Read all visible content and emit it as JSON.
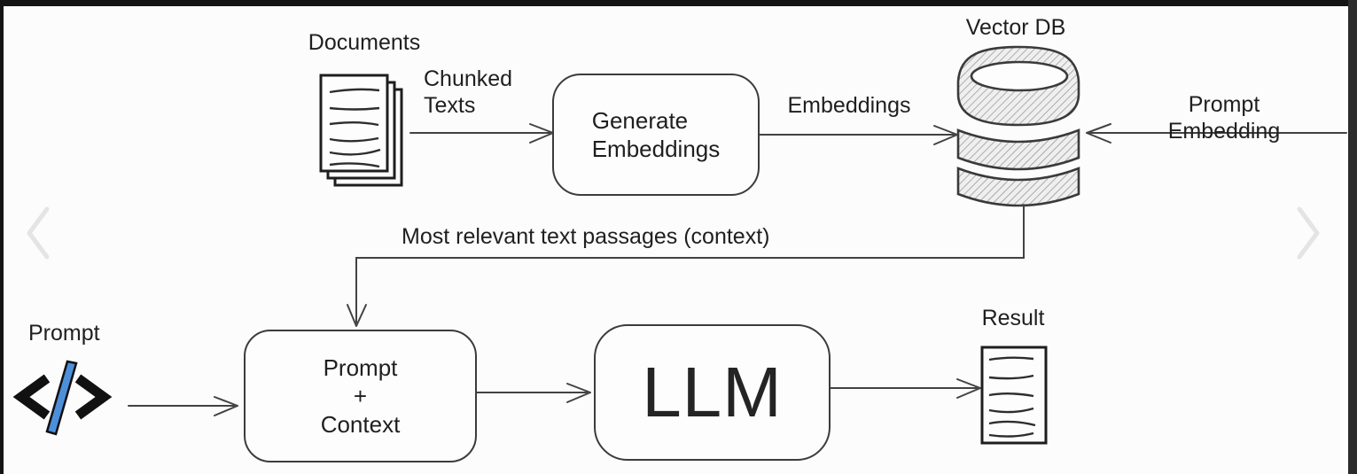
{
  "carousel": {
    "prev_icon": "chevron-left",
    "next_icon": "chevron-right"
  },
  "nodes": {
    "documents": {
      "label": "Documents",
      "icon": "stacked-documents"
    },
    "generate_embeddings": {
      "label": "Generate\nEmbeddings"
    },
    "vector_db": {
      "label": "Vector DB",
      "icon": "database-cylinder"
    },
    "prompt_input": {
      "label": "Prompt",
      "icon": "code-slash"
    },
    "prompt_context": {
      "label": "Prompt\n+\nContext"
    },
    "llm": {
      "label": "LLM"
    },
    "result": {
      "label": "Result",
      "icon": "document-page"
    }
  },
  "edges": {
    "chunked_texts": {
      "label": "Chunked\nTexts"
    },
    "embeddings": {
      "label": "Embeddings"
    },
    "prompt_embedding": {
      "label": "Prompt Embedding"
    },
    "context_passages": {
      "label": "Most relevant text passages (context)"
    }
  },
  "colors": {
    "stroke": "#3d3d3d",
    "text": "#1f1f1f",
    "code_slash_blue": "#4d8fdb",
    "chevron_gray": "#e4e4e4",
    "frame_black": "#141414",
    "right_bar_gray": "#2c2c2c",
    "hatch_gray": "#8f8f8f",
    "background": "#fcfcfc"
  }
}
